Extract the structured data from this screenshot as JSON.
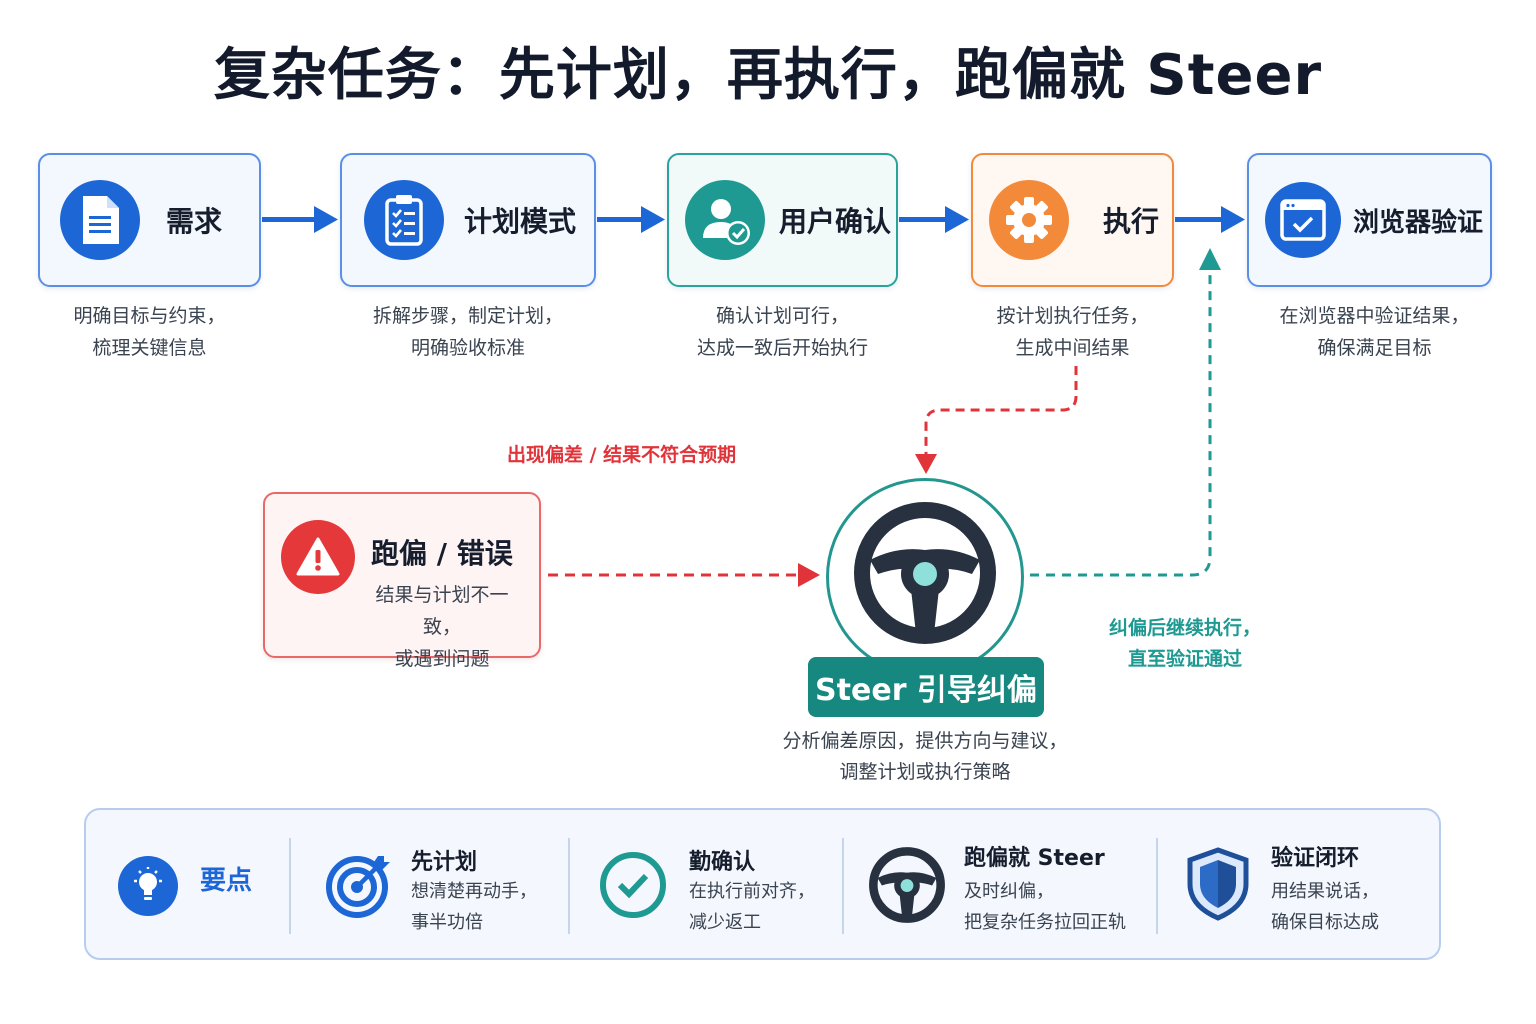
{
  "title": "复杂任务：先计划，再执行，跑偏就 Steer",
  "steps": [
    {
      "label": "需求",
      "icon": "document-icon",
      "desc": [
        "明确目标与约束，",
        "梳理关键信息"
      ]
    },
    {
      "label": "计划模式",
      "icon": "clipboard-checklist-icon",
      "desc": [
        "拆解步骤，制定计划，",
        "明确验收标准"
      ]
    },
    {
      "label": "用户确认",
      "icon": "user-check-icon",
      "desc": [
        "确认计划可行，",
        "达成一致后开始执行"
      ]
    },
    {
      "label": "执行",
      "icon": "gear-icon",
      "desc": [
        "按计划执行任务，",
        "生成中间结果"
      ]
    },
    {
      "label": "浏览器验证",
      "icon": "browser-check-icon",
      "desc": [
        "在浏览器中验证结果，",
        "确保满足目标"
      ]
    }
  ],
  "deviation_note": "出现偏差 / 结果不符合预期",
  "error_box": {
    "label": "跑偏 / 错误",
    "icon": "warning-icon",
    "desc": [
      "结果与计划不一致，",
      "或遇到问题"
    ]
  },
  "steer": {
    "label": "Steer 引导纠偏",
    "icon": "steering-wheel-icon",
    "desc": [
      "分析偏差原因，提供方向与建议，",
      "调整计划或执行策略"
    ]
  },
  "continue_note": [
    "纠偏后继续执行，",
    "直至验证通过"
  ],
  "keypoints": {
    "heading": "要点",
    "heading_icon": "lightbulb-icon",
    "items": [
      {
        "title": "先计划",
        "icon": "target-icon",
        "text": [
          "想清楚再动手，",
          "事半功倍"
        ]
      },
      {
        "title": "勤确认",
        "icon": "check-circle-icon",
        "text": [
          "在执行前对齐，",
          "减少返工"
        ]
      },
      {
        "title": "跑偏就 Steer",
        "icon": "steering-wheel-icon",
        "text": [
          "及时纠偏，",
          "把复杂任务拉回正轨"
        ]
      },
      {
        "title": "验证闭环",
        "icon": "shield-icon",
        "text": [
          "用结果说话，",
          "确保目标达成"
        ]
      }
    ]
  },
  "colors": {
    "blue": "#1d66d6",
    "teal": "#17887f",
    "orange": "#f28a3a",
    "red": "#e5383b",
    "dark": "#161e2e"
  }
}
